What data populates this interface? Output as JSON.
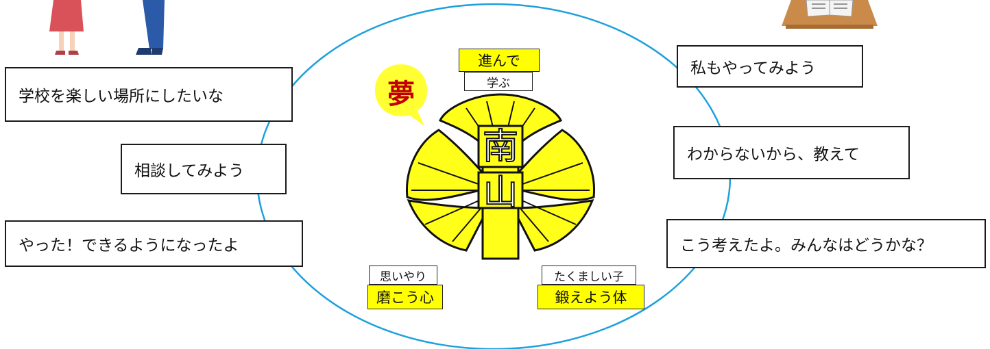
{
  "bubbles_left": [
    {
      "text": "学校を楽しい場所にしたいな"
    },
    {
      "text": "相談してみよう"
    },
    {
      "text": "やった！できるようになったよ"
    }
  ],
  "bubbles_right": [
    {
      "text": "私もやってみよう"
    },
    {
      "text": "わからないから、教えて"
    },
    {
      "text": "こう考えたよ。みんなはどうかな？"
    }
  ],
  "center": {
    "dream": "夢",
    "top_yellow": "進んで",
    "top_white": "学ぶ",
    "left_white": "思いやり",
    "left_yellow": "磨こう心",
    "right_white": "たくましい子",
    "right_yellow": "鍛えよう体",
    "emblem_char_top": "南",
    "emblem_char_bottom": "山"
  },
  "colors": {
    "ellipse": "#1ea0dc",
    "emblem_fill": "#ffff1a",
    "dream_bubble": "#ffff33",
    "dream_text": "#c00000"
  }
}
